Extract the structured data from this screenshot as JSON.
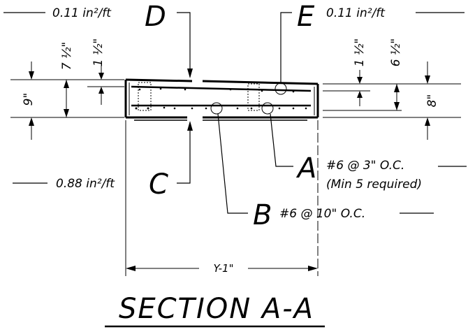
{
  "title": "SECTION A-A",
  "callouts": {
    "D": {
      "letter": "D",
      "text": "0.11 in²/ft"
    },
    "E": {
      "letter": "E",
      "text": "0.11 in²/ft"
    },
    "C": {
      "letter": "C",
      "text": "0.88 in²/ft"
    },
    "A": {
      "letter": "A",
      "text": "#6 @ 3\" O.C.",
      "note": "(Min 5 required)"
    },
    "B": {
      "letter": "B",
      "text": "#6 @ 10\" O.C."
    }
  },
  "dimensions": {
    "left_total": "9\"",
    "left_top_outer": "7 ½\"",
    "left_top_inner": "1 ½\"",
    "right_top_inner": "1 ½\"",
    "right_top_outer": "6 ½\"",
    "right_total": "8\"",
    "width": "Y-1\""
  }
}
